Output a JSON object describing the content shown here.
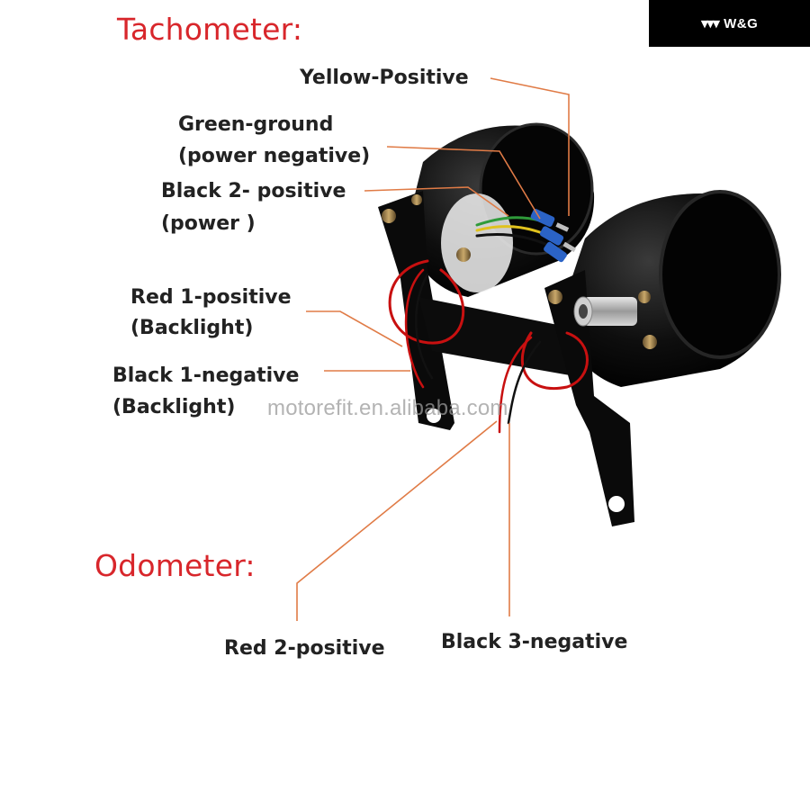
{
  "brand": {
    "logo_text": "W&G",
    "watermark": "motorefit.en.alibaba.com"
  },
  "colors": {
    "heading": "#d8262b",
    "leader": "#e07b46",
    "label": "#222222"
  },
  "sections": {
    "tachometer": {
      "title": "Tachometer:",
      "labels": {
        "yellow": "Yellow-Positive",
        "green_line1": "Green-ground",
        "green_line2": "(power negative)",
        "black2_line1": "Black 2- positive",
        "black2_line2": "(power )",
        "red1_line1": "Red 1-positive",
        "red1_line2": "(Backlight)",
        "black1_line1": "Black 1-negative",
        "black1_line2": "(Backlight)"
      }
    },
    "odometer": {
      "title": "Odometer:",
      "labels": {
        "red2": "Red 2-positive",
        "black3": "Black 3-negative"
      }
    }
  }
}
